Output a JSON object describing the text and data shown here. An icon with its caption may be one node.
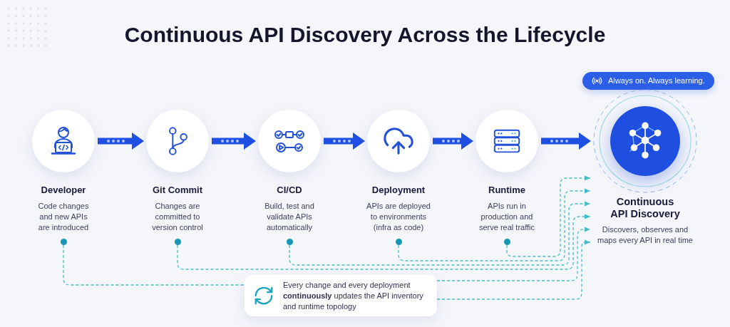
{
  "diagram": {
    "title": "Continuous API Discovery Across the Lifecycle",
    "nodes": [
      {
        "text": [
          "Always on. Always learning."
        ]
      },
      {
        "text": [
          "Developer",
          "Code changes and new APIs are introduced"
        ]
      },
      {
        "text": [
          "Git Commit",
          "Changes are committed to version control"
        ]
      },
      {
        "text": [
          "CI/CD",
          "Build, test and validate APIs automatically"
        ]
      },
      {
        "text": [
          "Deployment",
          "APIs are deployed to environments (infra as code)"
        ]
      },
      {
        "text": [
          "Runtime",
          "APIs run in production and serve real traffic"
        ]
      },
      {
        "text": [
          "Continuous API Discovery",
          "Discovers, observes and maps every API in real time"
        ]
      },
      {
        "text": [
          "Every change and every deployment **continuously** updates the API inventory and runtime topology"
        ]
      }
    ],
    "edges": [
      {
        "from": 1,
        "to": 2,
        "arrow": "to",
        "style": "thick",
        "color": "#1f4fe3"
      },
      {
        "from": 2,
        "to": 3,
        "arrow": "to",
        "style": "thick",
        "color": "#1f4fe3"
      },
      {
        "from": 3,
        "to": 4,
        "arrow": "to",
        "style": "thick",
        "color": "#1f4fe3"
      },
      {
        "from": 4,
        "to": 5,
        "arrow": "to",
        "style": "thick",
        "color": "#1f4fe3"
      },
      {
        "from": 5,
        "to": 6,
        "arrow": "to",
        "style": "thick",
        "color": "#1f4fe3"
      },
      {
        "from": 1,
        "to": 7,
        "arrow": "none",
        "style": "dashed",
        "color": "#45bcc7"
      },
      {
        "from": 2,
        "to": 6,
        "arrow": "to",
        "style": "dashed",
        "color": "#45bcc7"
      },
      {
        "from": 3,
        "to": 6,
        "arrow": "to",
        "style": "dashed",
        "color": "#45bcc7"
      },
      {
        "from": 4,
        "to": 6,
        "arrow": "to",
        "style": "dashed",
        "color": "#45bcc7"
      },
      {
        "from": 5,
        "to": 6,
        "arrow": "to",
        "style": "dashed",
        "color": "#45bcc7"
      },
      {
        "from": 7,
        "to": 6,
        "arrow": "to",
        "style": "dashed",
        "color": "#45bcc7"
      },
      {
        "from": 7,
        "to": 6,
        "arrow": "to",
        "style": "dashed",
        "color": "#45bcc7"
      }
    ]
  }
}
